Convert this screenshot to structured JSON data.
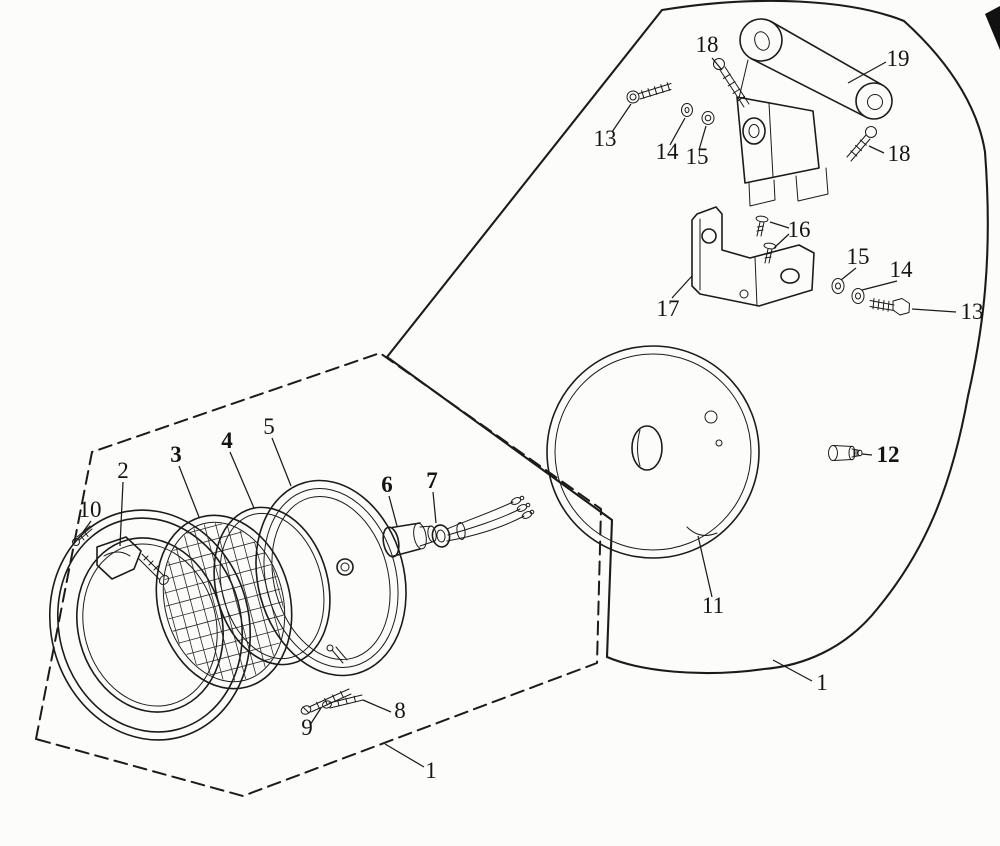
{
  "figure": {
    "background": "#fcfcfa",
    "ink": "#1b1b1b"
  },
  "callouts": {
    "label_18_upper": "18",
    "label_19": "19",
    "label_13_upper": "13",
    "label_14_upper": "14",
    "label_15_upper": "15",
    "label_18_right": "18",
    "label_16": "16",
    "label_15_lower": "15",
    "label_14_lower": "14",
    "label_17": "17",
    "label_13_right": "13",
    "label_12": "12",
    "label_11": "11",
    "label_1_right": "1",
    "label_2": "2",
    "label_3": "3",
    "label_4": "4",
    "label_5": "5",
    "label_6": "6",
    "label_7": "7",
    "label_10": "10",
    "label_9": "9",
    "label_8": "8",
    "label_1_left": "1"
  }
}
